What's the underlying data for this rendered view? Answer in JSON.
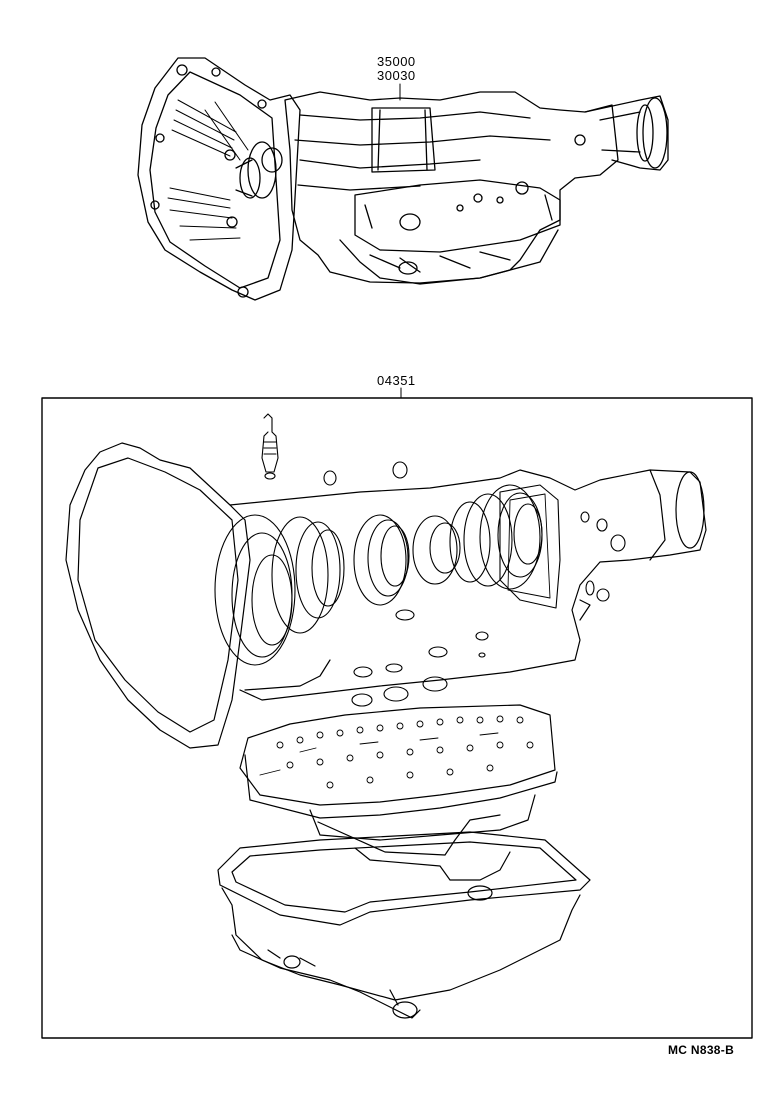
{
  "labels": {
    "transmission_part_1": "35000",
    "transmission_part_2": "30030",
    "gasket_kit_part": "04351",
    "drawing_code": "MC N838-B"
  }
}
